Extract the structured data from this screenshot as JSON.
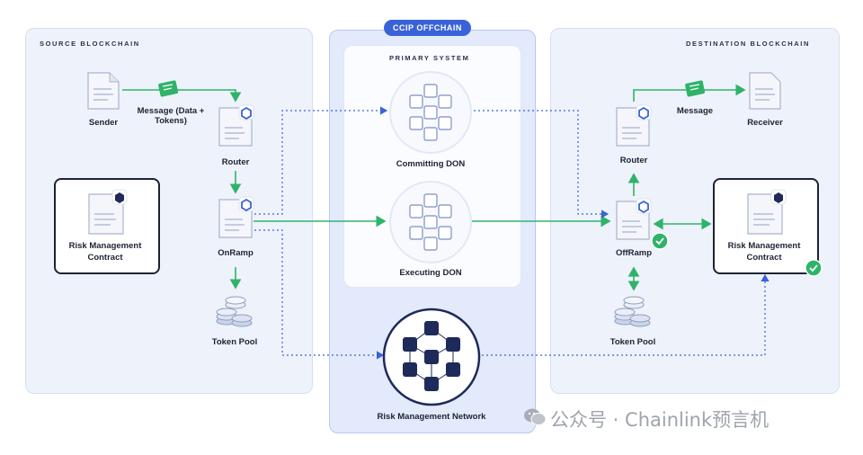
{
  "source": {
    "title": "SOURCE BLOCKCHAIN",
    "sender": "Sender",
    "message": "Message (Data + Tokens)",
    "router": "Router",
    "onramp": "OnRamp",
    "token_pool": "Token Pool",
    "risk_contract_line1": "Risk Management",
    "risk_contract_line2": "Contract"
  },
  "offchain": {
    "pill": "CCIP OFFCHAIN",
    "primary_title": "PRIMARY SYSTEM",
    "committing": "Committing DON",
    "executing": "Executing DON",
    "risk_network": "Risk Management Network"
  },
  "destination": {
    "title": "DESTINATION BLOCKCHAIN",
    "message": "Message",
    "receiver": "Receiver",
    "router": "Router",
    "offramp": "OffRamp",
    "token_pool": "Token Pool",
    "risk_contract_line1": "Risk Management",
    "risk_contract_line2": "Contract"
  },
  "watermark": "公众号 · Chainlink预言机",
  "colors": {
    "accent_blue": "#3a62d8",
    "arrow_green": "#2fb36a",
    "dotted_blue": "#3a62d8"
  }
}
